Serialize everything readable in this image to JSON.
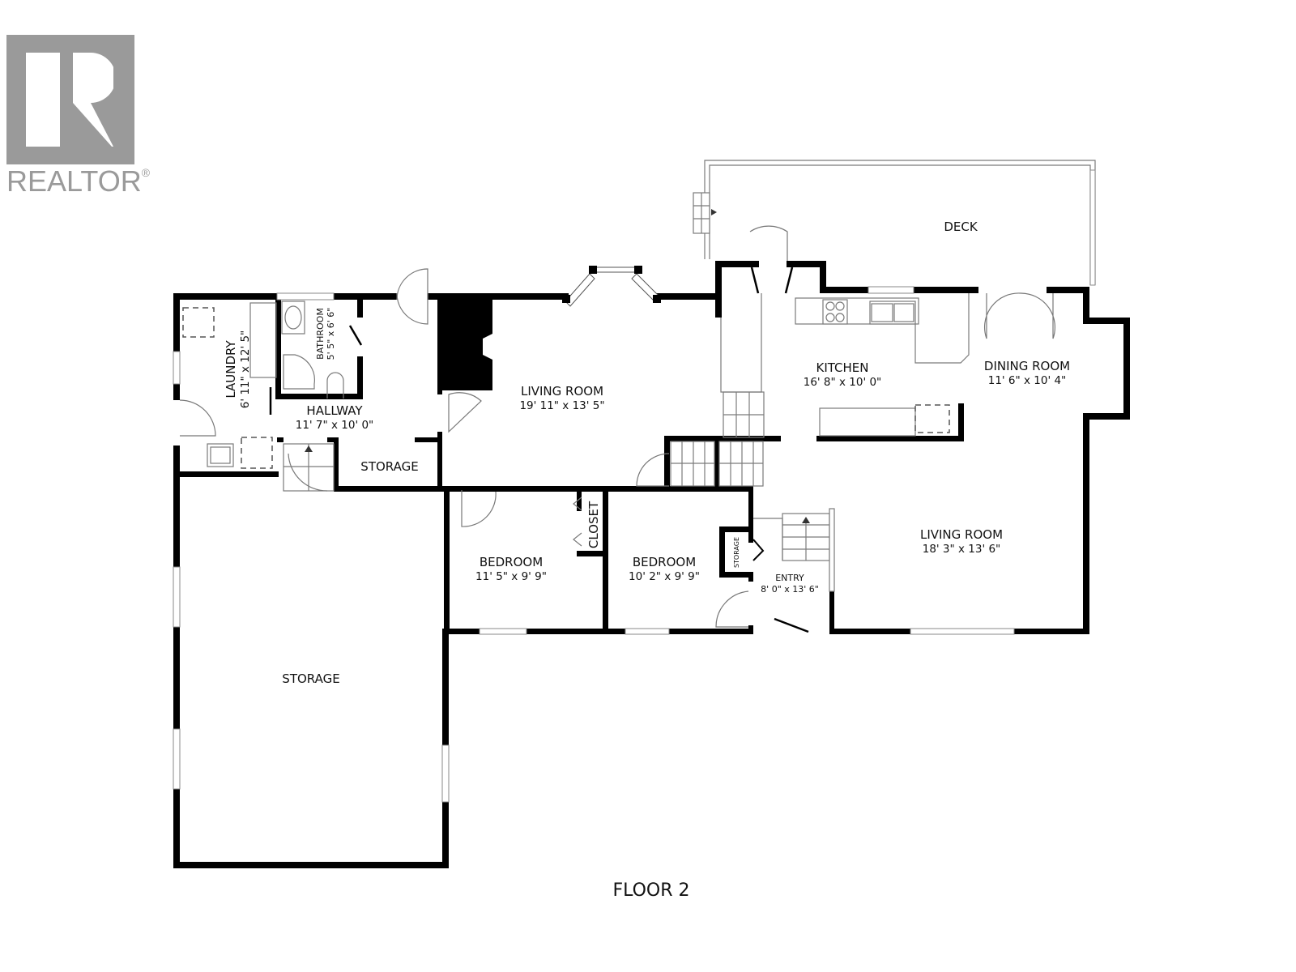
{
  "logo": {
    "text": "REALTOR",
    "mark": "®",
    "color": "#9a9a9a"
  },
  "floor_label": "FLOOR 2",
  "rooms": {
    "deck": {
      "name": "DECK"
    },
    "laundry": {
      "name": "LAUNDRY",
      "dims": "6' 11\" x 12' 5\""
    },
    "bathroom": {
      "name": "BATHROOM",
      "dims": "5' 5\" x 6' 6\""
    },
    "hallway": {
      "name": "HALLWAY",
      "dims": "11' 7\" x 10' 0\""
    },
    "storage_small": {
      "name": "STORAGE"
    },
    "living_room_1": {
      "name": "LIVING ROOM",
      "dims": "19' 11\" x 13' 5\""
    },
    "kitchen": {
      "name": "KITCHEN",
      "dims": "16' 8\" x 10' 0\""
    },
    "dining_room": {
      "name": "DINING ROOM",
      "dims": "11' 6\" x 10' 4\""
    },
    "bedroom_1": {
      "name": "BEDROOM",
      "dims": "11' 5\" x 9' 9\""
    },
    "closet": {
      "name": "CLOSET"
    },
    "bedroom_2": {
      "name": "BEDROOM",
      "dims": "10' 2\" x 9' 9\""
    },
    "storage_entry": {
      "name": "STORAGE"
    },
    "entry": {
      "name": "ENTRY",
      "dims": "8' 0\" x 13' 6\""
    },
    "living_room_2": {
      "name": "LIVING ROOM",
      "dims": "18' 3\" x 13' 6\""
    },
    "storage_large": {
      "name": "STORAGE"
    }
  },
  "colors": {
    "wall": "#000000",
    "fixture_line": "#7a7a7a",
    "logo_gray": "#9a9a9a",
    "background": "#ffffff"
  }
}
